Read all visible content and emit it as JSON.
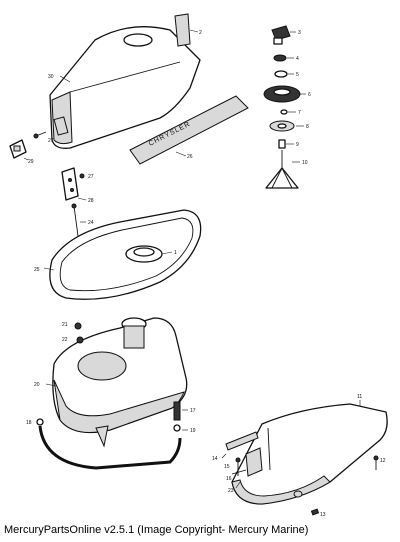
{
  "caption": "MercuryPartsOnline v2.5.1 (Image Copyright- Mercury Marine)",
  "callouts": {
    "c1": "1",
    "c2": "2",
    "c3": "3",
    "c4": "4",
    "c5": "5",
    "c6": "6",
    "c7": "7",
    "c8": "8",
    "c9": "9",
    "c10": "10",
    "c11": "11",
    "c12": "12",
    "c13": "13",
    "c14": "14",
    "c15": "15",
    "c16": "16",
    "c17": "17",
    "c18": "18",
    "c19": "19",
    "c20": "20",
    "c21": "21",
    "c22": "22",
    "c23": "23",
    "c24": "24",
    "c25": "25",
    "c26": "26",
    "c27": "27",
    "c28": "28",
    "c29": "29",
    "c30": "30"
  },
  "decal_text": "CHRYSLER"
}
